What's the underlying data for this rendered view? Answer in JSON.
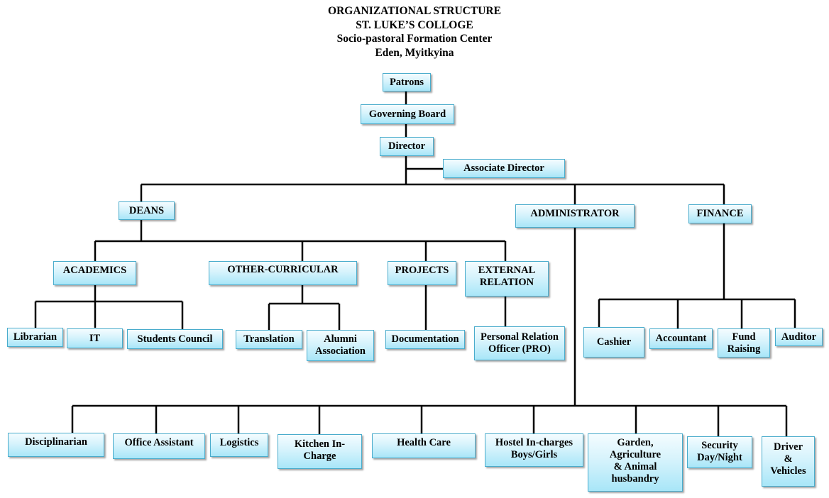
{
  "title": {
    "line1": "ORGANIZATIONAL STRUCTURE",
    "line2": "ST. LUKE’S COLLOGE",
    "line3": "Socio-pastoral Formation Center",
    "line4": "Eden, Myitkyina"
  },
  "colors": {
    "box_border": "#4aaccc",
    "box_fill_top": "#f4fcff",
    "box_fill_bottom": "#a8e6f8",
    "connector": "#000000"
  },
  "nodes": {
    "patrons": [
      "Patrons"
    ],
    "governing_board": [
      "Governing Board"
    ],
    "director": [
      "Director"
    ],
    "associate_director": [
      "Associate Director"
    ],
    "deans": [
      "DEANS"
    ],
    "administrator": [
      "ADMINISTRATOR"
    ],
    "finance": [
      "FINANCE"
    ],
    "academics": [
      "ACADEMICS"
    ],
    "other_curricular": [
      "OTHER-CURRICULAR"
    ],
    "projects": [
      "PROJECTS"
    ],
    "external_relation": [
      "EXTERNAL",
      "RELATION"
    ],
    "librarian": [
      "Librarian"
    ],
    "it": [
      "IT"
    ],
    "students_council": [
      "Students Council"
    ],
    "translation": [
      "Translation"
    ],
    "alumni_association": [
      "Alumni",
      "Association"
    ],
    "documentation": [
      "Documentation"
    ],
    "pro": [
      "Personal Relation",
      "Officer (PRO)"
    ],
    "cashier": [
      "Cashier"
    ],
    "accountant": [
      "Accountant"
    ],
    "fund_raising": [
      "Fund",
      "Raising"
    ],
    "auditor": [
      "Auditor"
    ],
    "disciplinarian": [
      "Disciplinarian"
    ],
    "office_assistant": [
      "Office Assistant"
    ],
    "logistics": [
      "Logistics"
    ],
    "kitchen_in_charge": [
      "Kitchen In-",
      "Charge"
    ],
    "health_care": [
      "Health Care"
    ],
    "hostel_in_charges": [
      "Hostel In-charges",
      "Boys/Girls"
    ],
    "garden_agriculture": [
      "Garden,",
      "Agriculture",
      "& Animal",
      "husbandry"
    ],
    "security": [
      "Security",
      "Day/Night"
    ],
    "driver_vehicles": [
      "Driver",
      "&",
      "Vehicles"
    ]
  },
  "hierarchy": {
    "patrons": [
      "governing_board"
    ],
    "governing_board": [
      "director"
    ],
    "director": [
      "associate_director",
      "deans",
      "administrator",
      "finance"
    ],
    "deans": [
      "academics",
      "other_curricular",
      "projects",
      "external_relation"
    ],
    "academics": [
      "librarian",
      "it",
      "students_council"
    ],
    "other_curricular": [
      "translation",
      "alumni_association"
    ],
    "projects": [
      "documentation"
    ],
    "external_relation": [
      "pro"
    ],
    "finance": [
      "cashier",
      "accountant",
      "fund_raising",
      "auditor"
    ],
    "administrator": [
      "disciplinarian",
      "office_assistant",
      "logistics",
      "kitchen_in_charge",
      "health_care",
      "hostel_in_charges",
      "garden_agriculture",
      "security",
      "driver_vehicles"
    ]
  }
}
